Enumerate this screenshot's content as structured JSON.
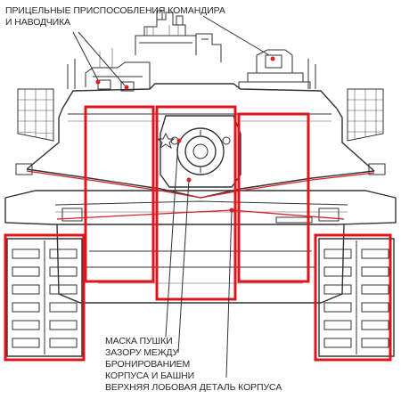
{
  "labels": {
    "sights_line1": "ПРИЦЕЛЬНЫЕ ПРИСПОСОБЛЕНИЯ КОМАНДИРА",
    "sights_line2": "И НАВОДЧИКА",
    "gun_mantlet": "МАСКА ПУШКИ",
    "gap_line1": "ЗАЗОРУ МЕЖДУ",
    "gap_line2": "БРОНИРОВАНИЕМ",
    "gap_line3": "КОРПУСА И БАШНИ",
    "upper_glacis": "ВЕРХНЯЯ ЛОБОВАЯ ДЕТАЛЬ КОРПУСА"
  },
  "colors": {
    "highlight": "#e0141c",
    "leader": "#d8222a",
    "drawing": "#333333"
  }
}
